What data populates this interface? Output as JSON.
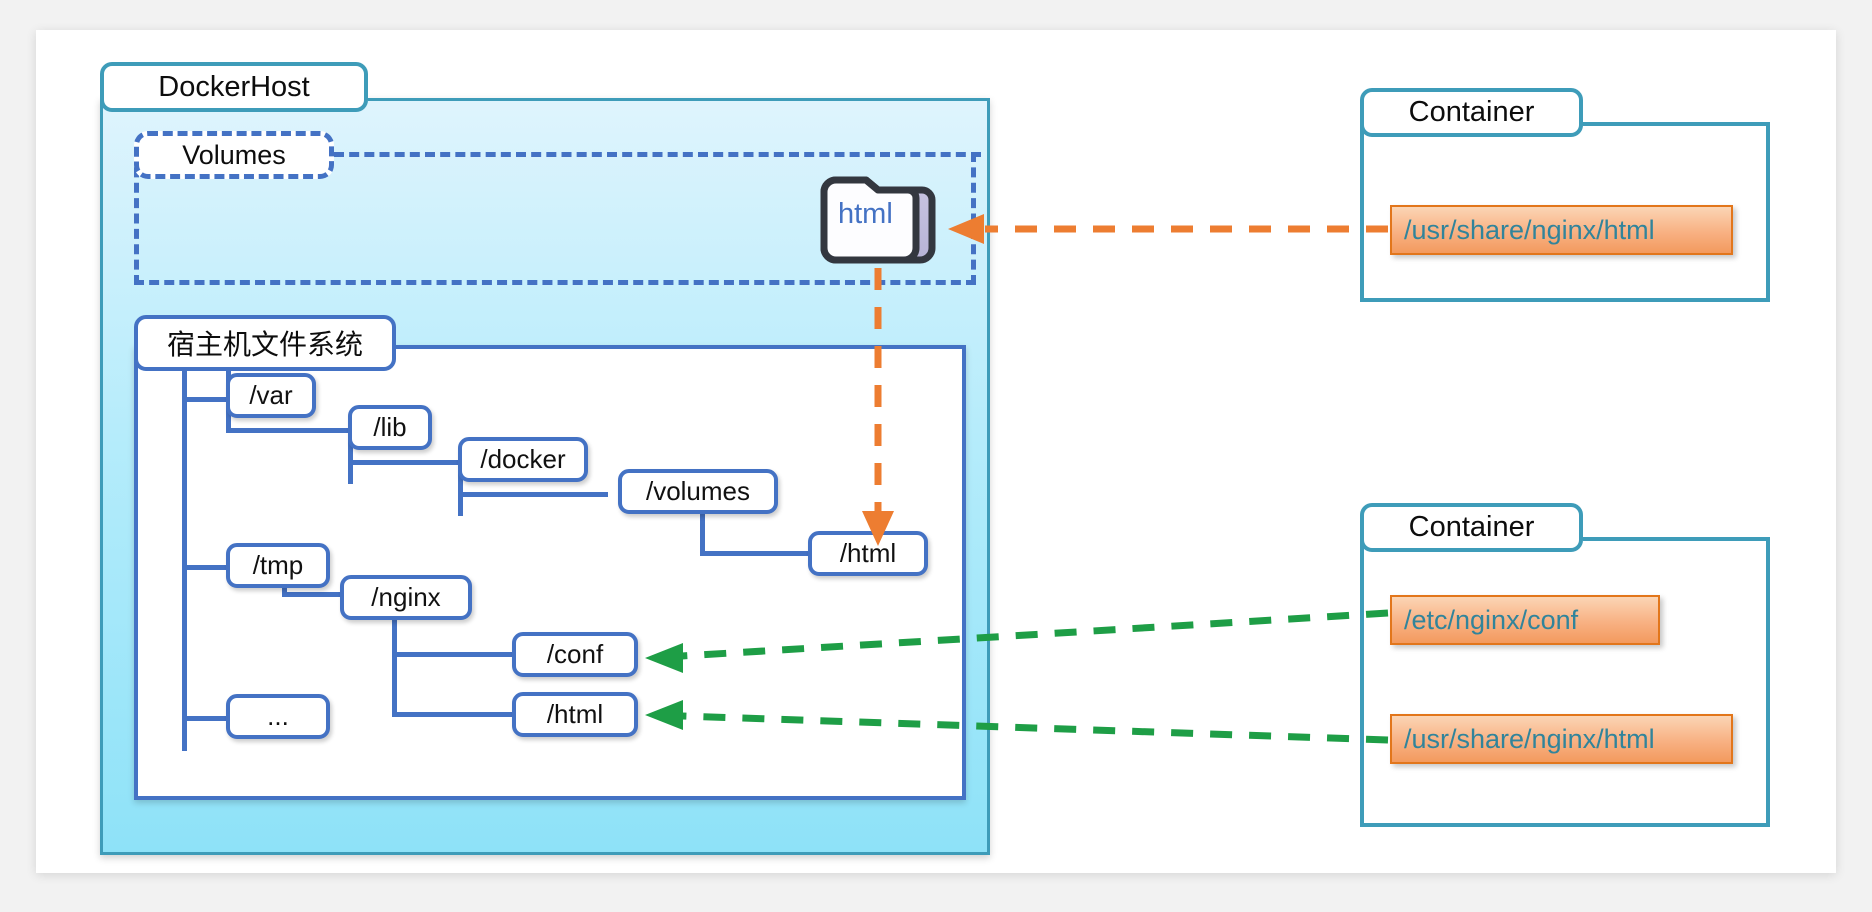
{
  "diagram": {
    "title": "Docker volume mapping between host filesystem and containers",
    "colors": {
      "teal_border": "#3e9cb9",
      "blue_border": "#4472c4",
      "host_fill_top": "#dff4fd",
      "host_fill_bottom": "#8ee2f8",
      "orange_dash": "#ed7d31",
      "green_dash": "#1e9e46",
      "chip_fill": "#f8b183",
      "chip_text": "#31849b",
      "card_bg": "#ffffff",
      "page_bg": "#f2f2f2"
    }
  },
  "dockerhost": {
    "title": "DockerHost"
  },
  "volumes": {
    "title": "Volumes",
    "folder": {
      "icon": "folder-icon",
      "label": "html"
    }
  },
  "hostfs": {
    "title": "宿主机文件系统",
    "tree": [
      {
        "id": "var",
        "label": "/var"
      },
      {
        "id": "lib",
        "label": "/lib"
      },
      {
        "id": "docker",
        "label": "/docker"
      },
      {
        "id": "volumes",
        "label": "/volumes"
      },
      {
        "id": "html1",
        "label": "/html"
      },
      {
        "id": "tmp",
        "label": "/tmp"
      },
      {
        "id": "nginx",
        "label": "/nginx"
      },
      {
        "id": "conf",
        "label": "/conf"
      },
      {
        "id": "html2",
        "label": "/html"
      },
      {
        "id": "more",
        "label": "..."
      }
    ]
  },
  "containers": [
    {
      "id": "container-top",
      "title": "Container",
      "paths": [
        {
          "id": "path-usr-share-nginx-html-top",
          "label": "/usr/share/nginx/html"
        }
      ]
    },
    {
      "id": "container-bottom",
      "title": "Container",
      "paths": [
        {
          "id": "path-etc-nginx-conf",
          "label": "/etc/nginx/conf"
        },
        {
          "id": "path-usr-share-nginx-html-bottom",
          "label": "/usr/share/nginx/html"
        }
      ]
    }
  ],
  "connections": [
    {
      "id": "orange-container-to-volume",
      "color": "#ed7d31",
      "style": "dashed",
      "from": "/usr/share/nginx/html",
      "to": "html volume"
    },
    {
      "id": "orange-volume-to-hostpath",
      "color": "#ed7d31",
      "style": "dashed",
      "from": "html volume",
      "to": "/var/lib/docker/volumes/html"
    },
    {
      "id": "green-conf",
      "color": "#1e9e46",
      "style": "dashed",
      "from": "/etc/nginx/conf",
      "to": "/tmp/nginx/conf"
    },
    {
      "id": "green-html",
      "color": "#1e9e46",
      "style": "dashed",
      "from": "/usr/share/nginx/html",
      "to": "/tmp/nginx/html"
    }
  ]
}
